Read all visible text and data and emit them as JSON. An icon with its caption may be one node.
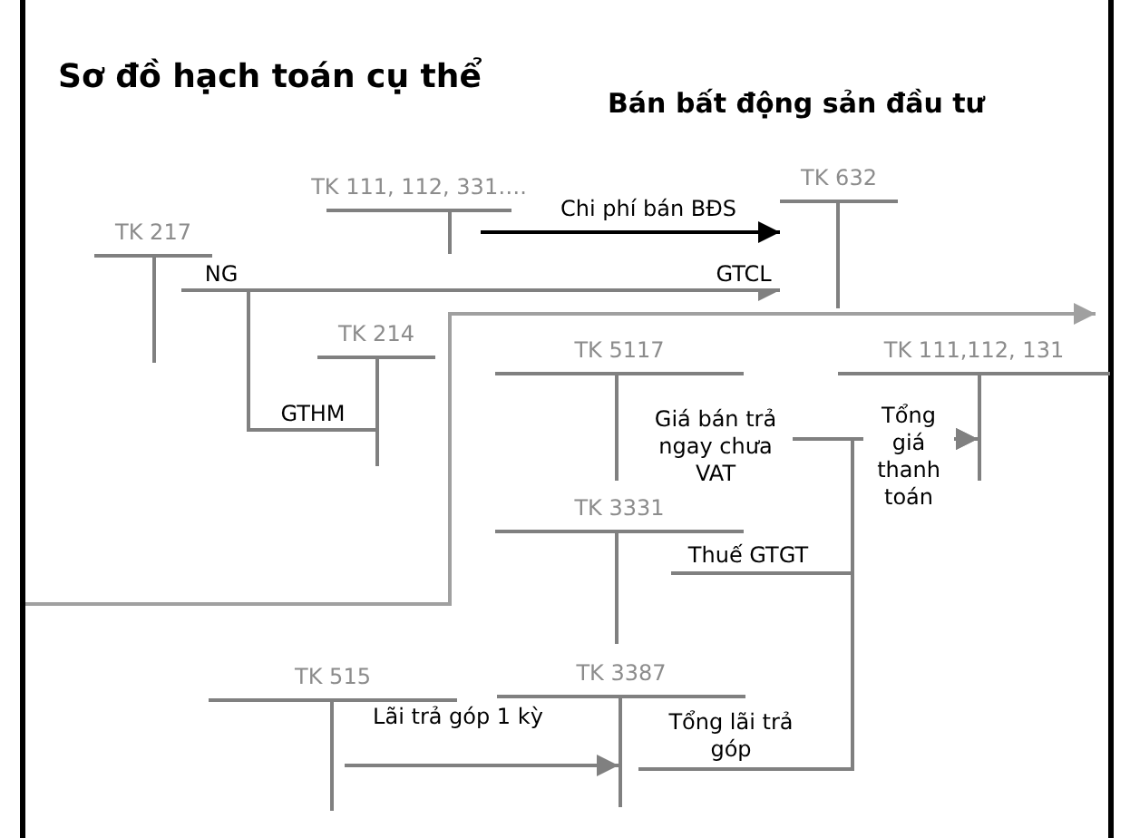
{
  "diagram": {
    "title": "Sơ đồ hạch toán cụ thể",
    "nodes": [
      {
        "text": [
          "TK 111, 112, 331…."
        ]
      },
      {
        "text": [
          "TK 632"
        ]
      },
      {
        "text": [
          "TK 217"
        ]
      },
      {
        "text": [
          "TK 214"
        ]
      },
      {
        "text": [
          "TK 5117"
        ]
      },
      {
        "text": [
          "TK 111,112, 131"
        ]
      },
      {
        "text": [
          "TK 3331"
        ]
      },
      {
        "text": [
          "TK 515"
        ]
      },
      {
        "text": [
          "TK 3387"
        ]
      }
    ],
    "edges": [
      {
        "from": 0,
        "to": 1,
        "arrow": "to",
        "label": "Chi phí bán BĐS",
        "color": "#000000"
      },
      {
        "from": 2,
        "to": 1,
        "arrow": "to",
        "label": "GTCL"
      },
      {
        "from": 2,
        "to": 3,
        "arrow": "none",
        "label": "GTHM"
      },
      {
        "from": 4,
        "to": 5,
        "arrow": "to",
        "label": "Giá bán trả ngay chưa VAT"
      },
      {
        "from": 6,
        "to": 5,
        "arrow": "to",
        "label": "Thuế GTGT"
      },
      {
        "from": 8,
        "to": 5,
        "arrow": "to",
        "label": "Tổng lãi trả góp"
      },
      {
        "from": 7,
        "to": 8,
        "arrow": "to",
        "label": "Lãi trả góp 1 kỳ"
      }
    ],
    "labels": [
      "Bán bất động sản đầu tư",
      "NG",
      "Tổng giá thanh toán"
    ]
  }
}
